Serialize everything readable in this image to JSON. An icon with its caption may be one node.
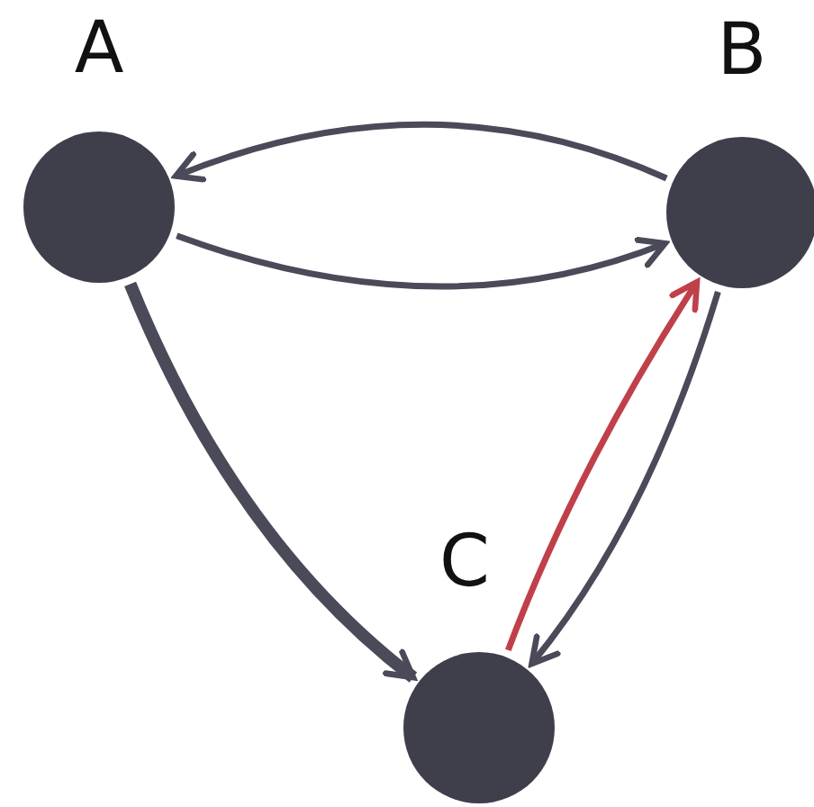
{
  "diagram": {
    "nodes": [
      {
        "text": [
          "A"
        ]
      },
      {
        "text": [
          "B"
        ]
      },
      {
        "text": [
          "C"
        ]
      }
    ],
    "edges": [
      {
        "from": 1,
        "to": 0,
        "arrow": "to"
      },
      {
        "from": 0,
        "to": 1,
        "arrow": "to"
      },
      {
        "from": 0,
        "to": 2,
        "arrow": "to",
        "style": "thick"
      },
      {
        "from": 1,
        "to": 2,
        "arrow": "to"
      },
      {
        "from": 2,
        "to": 1,
        "arrow": "to",
        "color": "#c0404a"
      }
    ]
  }
}
